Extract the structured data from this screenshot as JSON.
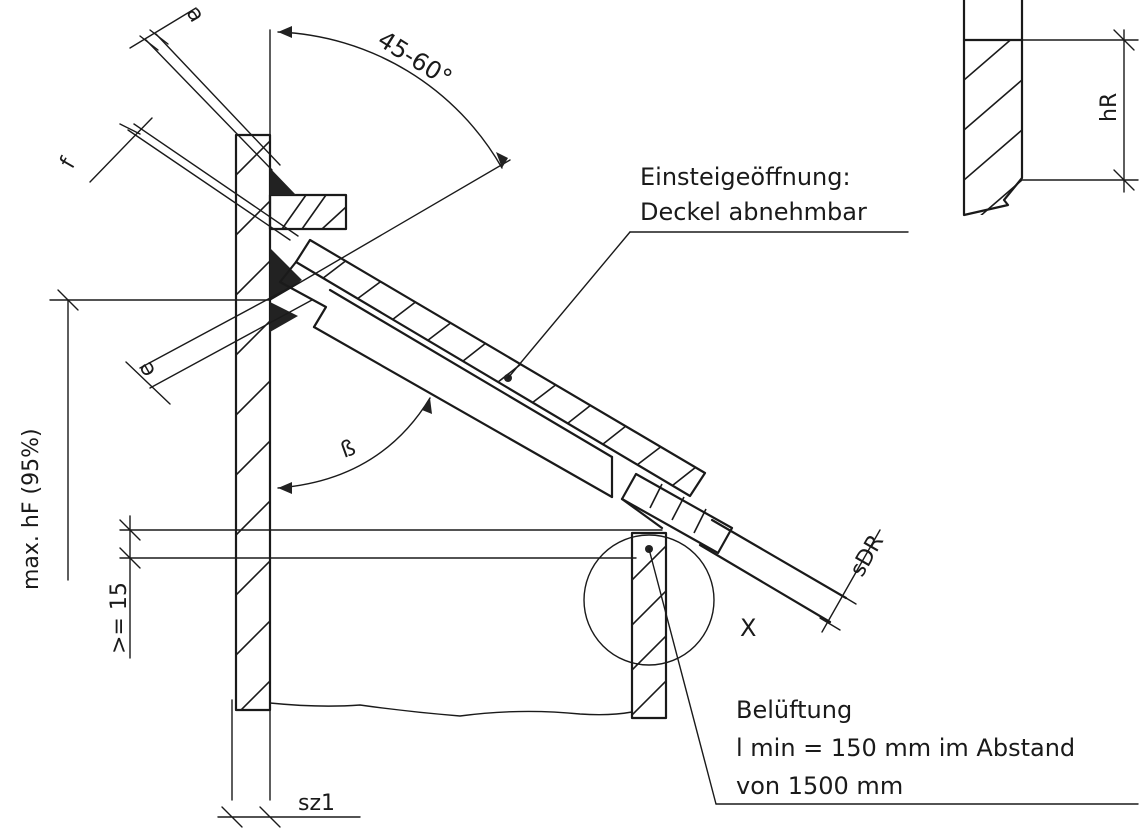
{
  "labels": {
    "angle_top": "45-60°",
    "dim_a": "a",
    "dim_f": "f",
    "dim_e": "e",
    "beta": "ß",
    "max_hf": "max. hF (95%)",
    "min_15": ">= 15",
    "sz1": "sz1",
    "sdr": "sDR",
    "detail_x": "X",
    "hr": "hR",
    "opening_line1": "Einsteigeöffnung:",
    "opening_line2": "Deckel abnehmbar",
    "vent_line1": "Belüftung",
    "vent_line2": "l min = 150 mm im Abstand",
    "vent_line3": "von 1500 mm"
  }
}
